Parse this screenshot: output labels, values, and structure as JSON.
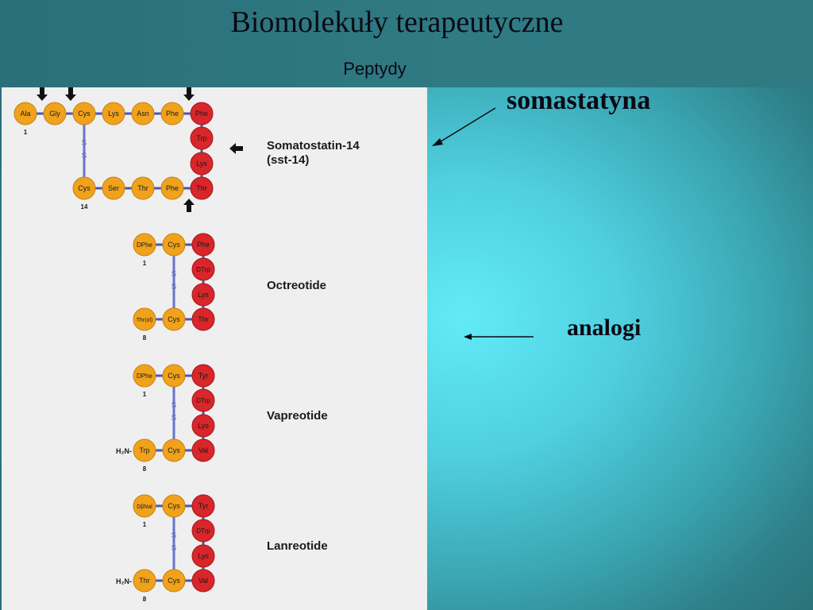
{
  "slide": {
    "title": "Biomolekuły terapeutyczne",
    "subtitle": "Peptydy",
    "label_somatostatin": "somastatyna",
    "label_analogs": "analogi"
  },
  "diagram": {
    "colors": {
      "orange": "#f0a21c",
      "red": "#d8262a",
      "bond": "#4a56b8",
      "text": "#1a1a1a"
    },
    "somatostatin": {
      "name_line1": "Somatostatin-14",
      "name_line2": "(sst-14)",
      "top_row": [
        "Ala",
        "Gly",
        "Cys",
        "Lys",
        "Asn",
        "Phe",
        "Phe"
      ],
      "right_col": [
        "Trp",
        "Lys"
      ],
      "bottom_row": [
        "Cys",
        "Ser",
        "Thr",
        "Phe",
        "Thr"
      ],
      "num_start": "1",
      "num_end": "14",
      "disulfide": "S S"
    },
    "octreotide": {
      "name": "Octreotide",
      "top_row": [
        "DPhe",
        "Cys",
        "Phe"
      ],
      "right_col": [
        "DTrp",
        "Lys"
      ],
      "bottom_row": [
        "Thr(ol)",
        "Cys",
        "Thr"
      ],
      "num_start": "1",
      "num_end": "8",
      "disulfide": "S S"
    },
    "vapreotide": {
      "name": "Vapreotide",
      "top_row": [
        "DPhe",
        "Cys",
        "Tyr"
      ],
      "right_col": [
        "DTrp",
        "Lys"
      ],
      "bottom_row": [
        "Trp",
        "Cys",
        "Val"
      ],
      "prefix": "H₂N-",
      "num_start": "1",
      "num_end": "8",
      "disulfide": "S S"
    },
    "lanreotide": {
      "name": "Lanreotide",
      "top_row": [
        "DβNal",
        "Cys",
        "Tyr"
      ],
      "right_col": [
        "DTrp",
        "Lys"
      ],
      "bottom_row": [
        "Thr",
        "Cys",
        "Val"
      ],
      "prefix": "H₂N-",
      "num_start": "1",
      "num_end": "8",
      "disulfide": "S S"
    }
  }
}
